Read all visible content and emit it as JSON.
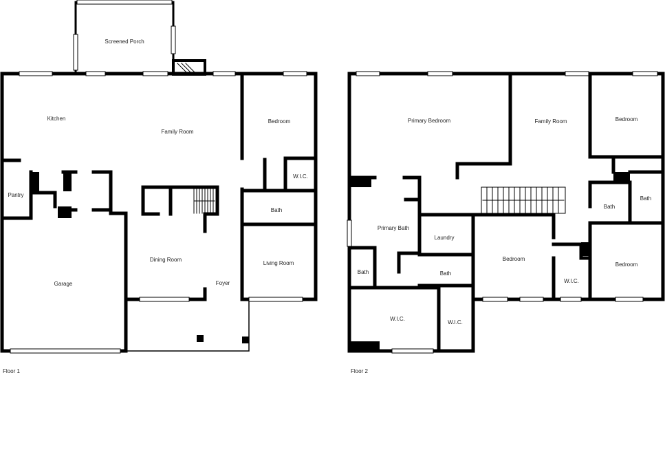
{
  "floors": [
    {
      "label": "Floor 1",
      "rooms": [
        "Screened Porch",
        "Kitchen",
        "Family Room",
        "Bedroom",
        "Pantry",
        "W.I.C.",
        "Bath",
        "Garage",
        "Dining Room",
        "Living Room",
        "Foyer"
      ]
    },
    {
      "label": "Floor 2",
      "rooms": [
        "Primary Bedroom",
        "Family Room",
        "Bedroom",
        "Bath",
        "Bath",
        "Primary Bath",
        "Laundry",
        "Bedroom",
        "Bedroom",
        "Bath",
        "Bath",
        "W.I.C.",
        "W.I.C.",
        "W.I.C."
      ]
    }
  ],
  "colors": {
    "wall": "#000000",
    "window": "#ffffff",
    "background": "#ffffff"
  }
}
